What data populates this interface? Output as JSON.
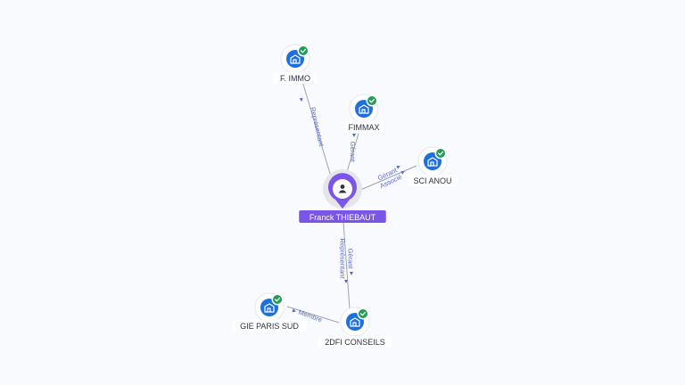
{
  "graph": {
    "center": {
      "name": "Franck THIEBAUT",
      "icon": "person-icon",
      "color": "#7b55e8"
    },
    "companies": [
      {
        "id": "fimmo",
        "name": "F. IMMO",
        "icon": "building-icon",
        "status_icon": "check-badge-icon"
      },
      {
        "id": "fimmax",
        "name": "FIMMAX",
        "icon": "building-icon",
        "status_icon": "check-badge-icon"
      },
      {
        "id": "scianou",
        "name": "SCI ANOU",
        "icon": "building-icon",
        "status_icon": "check-badge-icon"
      },
      {
        "id": "2dfi",
        "name": "2DFI CONSEILS",
        "icon": "building-icon",
        "status_icon": "check-badge-icon"
      },
      {
        "id": "gie",
        "name": "GIE PARIS SUD",
        "icon": "building-icon",
        "status_icon": "check-badge-icon"
      }
    ],
    "relations": [
      {
        "from": "center",
        "to": "fimmo",
        "labels": [
          "Représentant"
        ]
      },
      {
        "from": "center",
        "to": "fimmax",
        "labels": [
          "Gérant"
        ]
      },
      {
        "from": "center",
        "to": "scianou",
        "labels": [
          "Gérant",
          "Associé"
        ]
      },
      {
        "from": "center",
        "to": "2dfi",
        "labels": [
          "Gérant",
          "Représentant"
        ]
      },
      {
        "from": "2dfi",
        "to": "gie",
        "labels": [
          "Membre"
        ]
      }
    ],
    "colors": {
      "company": "#1c6fdc",
      "verified": "#1f9d55",
      "relation_label": "#5a67c9",
      "edge": "#9aa3b5"
    }
  }
}
